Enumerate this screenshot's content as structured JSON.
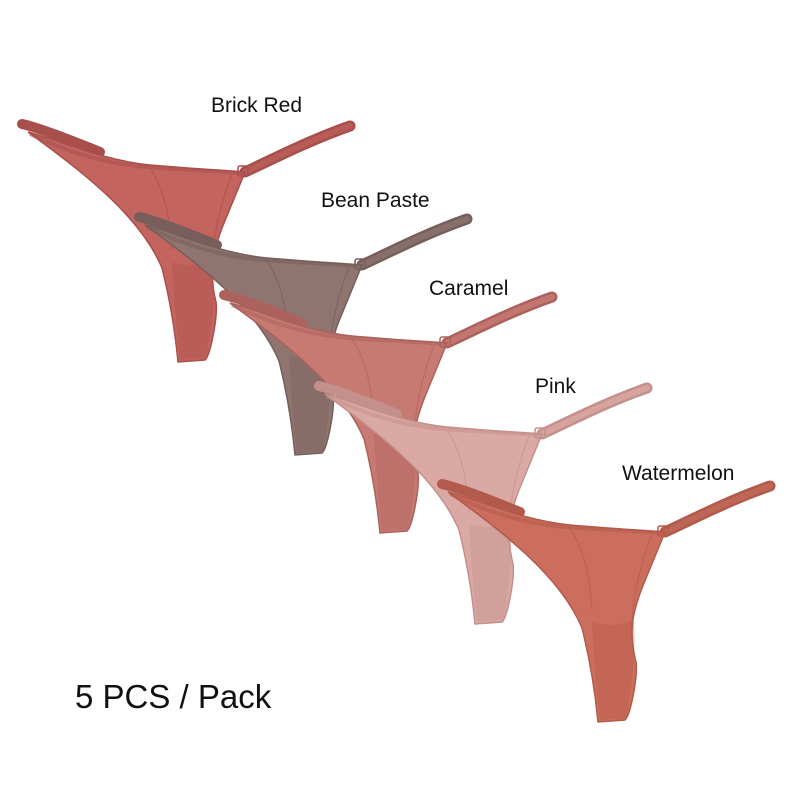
{
  "product": {
    "pack_caption": "5 PCS / Pack",
    "variants": [
      {
        "label": "Brick Red",
        "color": "#c4645f",
        "shade": "#a84f4c",
        "strap": "#b85c58"
      },
      {
        "label": "Bean Paste",
        "color": "#8f7470",
        "shade": "#775e5a",
        "strap": "#87706b"
      },
      {
        "label": "Caramel",
        "color": "#c77a72",
        "shade": "#ab625c",
        "strap": "#c2766f"
      },
      {
        "label": "Pink",
        "color": "#dba9a4",
        "shade": "#c4908b",
        "strap": "#d6a39e"
      },
      {
        "label": "Watermelon",
        "color": "#cc6e5d",
        "shade": "#b25a4b",
        "strap": "#bf6756"
      }
    ]
  }
}
